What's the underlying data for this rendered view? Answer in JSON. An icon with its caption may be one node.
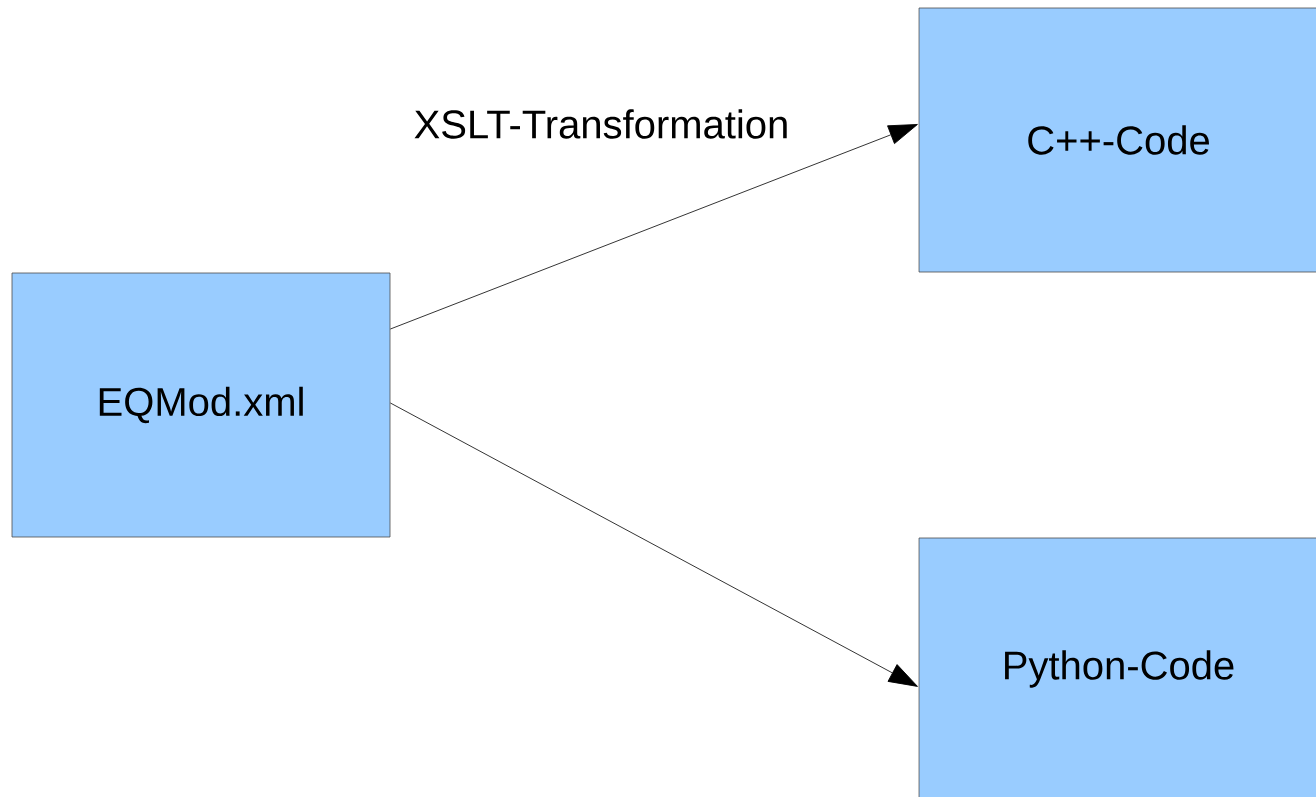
{
  "diagram": {
    "nodes": [
      {
        "text": [
          "EQMod.xml"
        ]
      },
      {
        "text": [
          "C++-Code"
        ]
      },
      {
        "text": [
          "Python-Code"
        ]
      }
    ],
    "edges": [
      {
        "from": 0,
        "to": 1,
        "arrow": "to",
        "label": "XSLT-Transformation"
      },
      {
        "from": 0,
        "to": 2,
        "arrow": "to"
      }
    ]
  }
}
